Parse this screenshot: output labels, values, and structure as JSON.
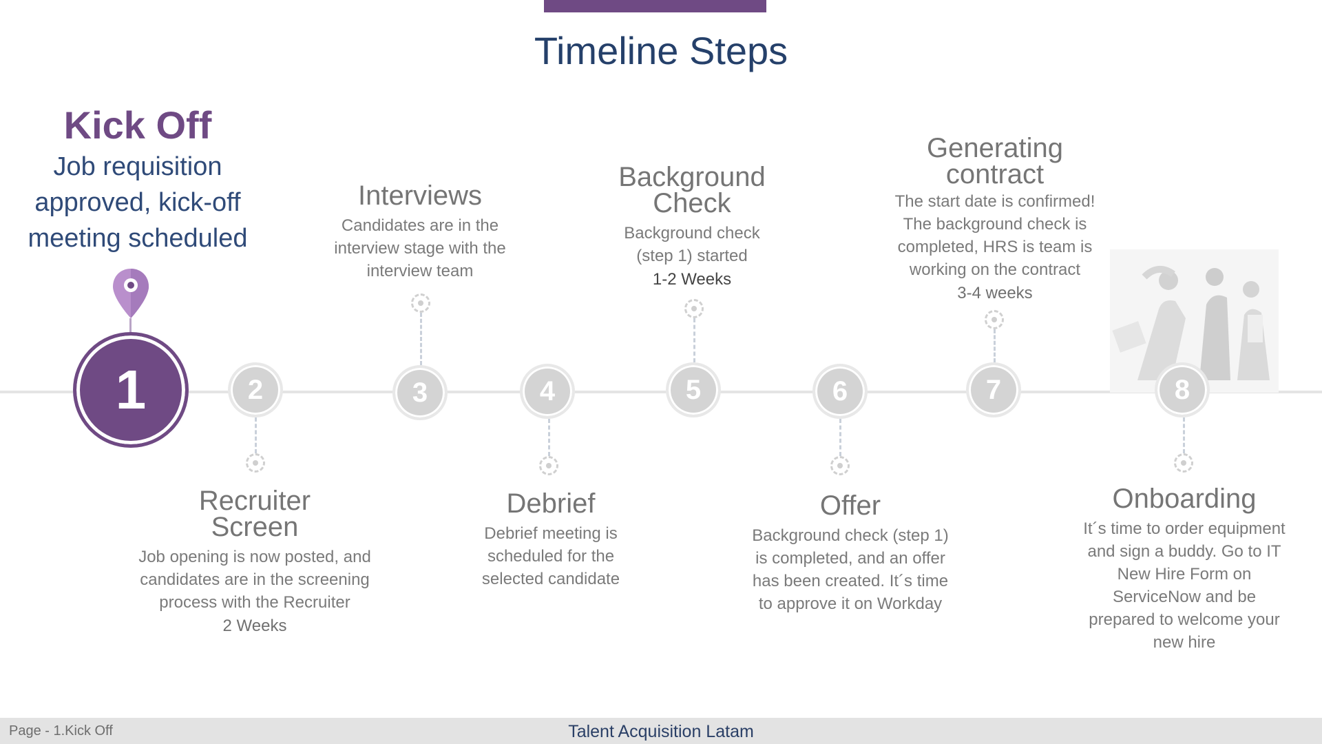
{
  "header": {
    "title": "Timeline Steps"
  },
  "kickoff": {
    "title": "Kick Off",
    "description": "Job requisition approved, kick-off meeting scheduled",
    "number": "1"
  },
  "steps": [
    {
      "number": "2",
      "title": "Recruiter Screen",
      "description": "Job opening is now posted, and candidates are in the screening process with the Recruiter",
      "duration": "2 Weeks"
    },
    {
      "number": "3",
      "title": "Interviews",
      "description": "Candidates are in the interview stage with the interview team"
    },
    {
      "number": "4",
      "title": "Debrief",
      "description": "Debrief meeting is scheduled for the selected candidate"
    },
    {
      "number": "5",
      "title": "Background Check",
      "description": "Background check (step 1) started",
      "duration": "1-2 Weeks"
    },
    {
      "number": "6",
      "title": "Offer",
      "description": "Background check (step 1) is completed, and an offer has been created. It´s time to approve it on Workday"
    },
    {
      "number": "7",
      "title": "Generating contract",
      "description": "The start date is confirmed! The background check is completed, HRS is team is working on the contract",
      "duration": "3-4 weeks"
    },
    {
      "number": "8",
      "title": "Onboarding",
      "description": "It´s time to order equipment and sign a buddy. Go to IT New Hire Form on ServiceNow and be prepared to welcome your new hire"
    }
  ],
  "footer": {
    "page_label": "Page - 1.Kick Off",
    "brand": "Talent Acquisition Latam"
  },
  "colors": {
    "accent": "#6f4a84",
    "title": "#25406a",
    "inactive": "#d4d4d4"
  }
}
